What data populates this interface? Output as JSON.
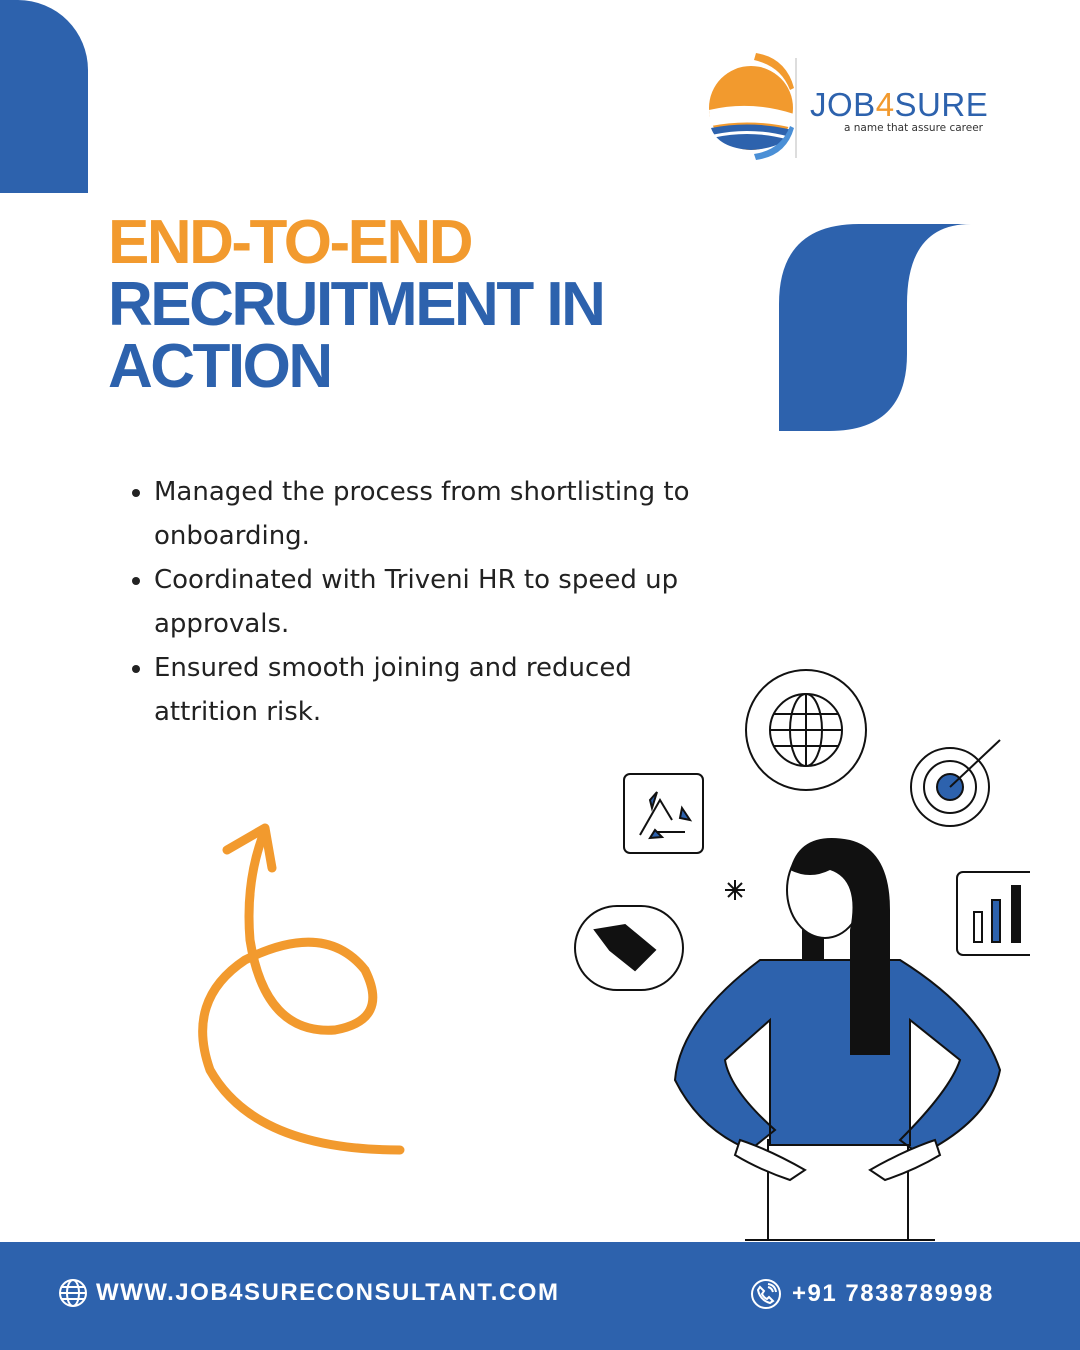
{
  "brand": {
    "name_prefix": "JOB",
    "name_four": "4",
    "name_suffix": "SURE",
    "tagline": "a name that assure career"
  },
  "title": {
    "line1": "END-TO-END",
    "line2": "RECRUITMENT IN",
    "line3": "ACTION"
  },
  "bullets": [
    "Managed the process from shortlisting to onboarding.",
    "Coordinated with Triveni HR to speed up approvals.",
    "Ensured smooth joining and reduced attrition risk."
  ],
  "footer": {
    "website": "WWW.JOB4SURECONSULTANT.COM",
    "phone": "+91 7838789998"
  },
  "colors": {
    "blue": "#2d62ad",
    "orange": "#f29a2e"
  }
}
